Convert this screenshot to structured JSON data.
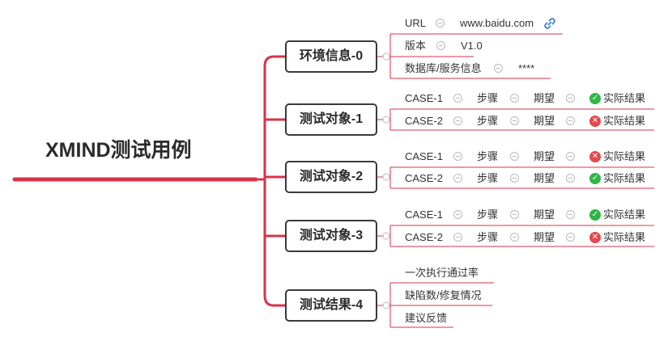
{
  "root": {
    "title": "XMIND测试用例"
  },
  "colors": {
    "accent": "#d8334a",
    "pass": "#2fb548",
    "fail": "#e5484d",
    "node_border": "#3a3a3a"
  },
  "branches": [
    {
      "label": "环境信息-0"
    },
    {
      "label": "测试对象-1"
    },
    {
      "label": "测试对象-2"
    },
    {
      "label": "测试对象-3"
    },
    {
      "label": "测试结果-4"
    }
  ],
  "env_info": {
    "url_label": "URL",
    "url_value": "www.baidu.com",
    "url_icon": "link-icon",
    "version_label": "版本",
    "version_value": "V1.0",
    "db_label": "数据库/服务信息",
    "db_value": "****"
  },
  "cases": [
    {
      "name": "CASE-1",
      "step": "步骤",
      "expect": "期望",
      "result": "实际结果",
      "status": "pass"
    },
    {
      "name": "CASE-2",
      "step": "步骤",
      "expect": "期望",
      "result": "实际结果",
      "status": "fail"
    },
    {
      "name": "CASE-1",
      "step": "步骤",
      "expect": "期望",
      "result": "实际结果",
      "status": "fail"
    },
    {
      "name": "CASE-2",
      "step": "步骤",
      "expect": "期望",
      "result": "实际结果",
      "status": "pass"
    },
    {
      "name": "CASE-1",
      "step": "步骤",
      "expect": "期望",
      "result": "实际结果",
      "status": "pass"
    },
    {
      "name": "CASE-2",
      "step": "步骤",
      "expect": "期望",
      "result": "实际结果",
      "status": "fail"
    }
  ],
  "results": {
    "pass_rate": "一次执行通过率",
    "defects": "缺陷数/修复情况",
    "feedback": "建议反馈"
  }
}
